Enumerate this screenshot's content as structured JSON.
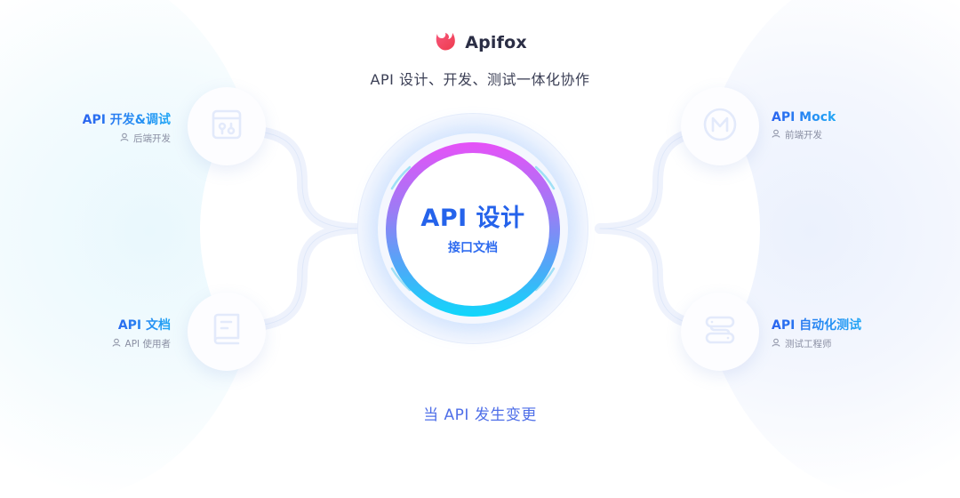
{
  "header": {
    "brand_name": "Apifox",
    "logo_icon": "apifox-fox-logo-icon",
    "tagline": "API 设计、开发、测试一体化协作"
  },
  "center": {
    "title": "API 设计",
    "subtitle": "接口文档",
    "gradient_colors": [
      "#e651f7",
      "#9a7df5",
      "#52a6f7",
      "#0fd7fb"
    ]
  },
  "features": [
    {
      "title": "API 开发&调试",
      "role": "后端开发",
      "icon": "debug-window-icon",
      "position": "top-left"
    },
    {
      "title": "API Mock",
      "role": "前端开发",
      "icon": "mock-m-circle-icon",
      "position": "top-right"
    },
    {
      "title": "API 文档",
      "role": "API 使用者",
      "icon": "document-book-icon",
      "position": "bottom-left"
    },
    {
      "title": "API 自动化测试",
      "role": "测试工程师",
      "icon": "test-flow-icon",
      "position": "bottom-right"
    }
  ],
  "footer": {
    "text": "当 API 发生变更"
  },
  "colors": {
    "title_gradient_start": "#2b64ef",
    "title_gradient_end": "#21a6f5",
    "role_text": "#8a8fa3",
    "footer_text": "#4f6fe8",
    "tagline_text": "#3b3f55",
    "logo": "#f04b63"
  }
}
